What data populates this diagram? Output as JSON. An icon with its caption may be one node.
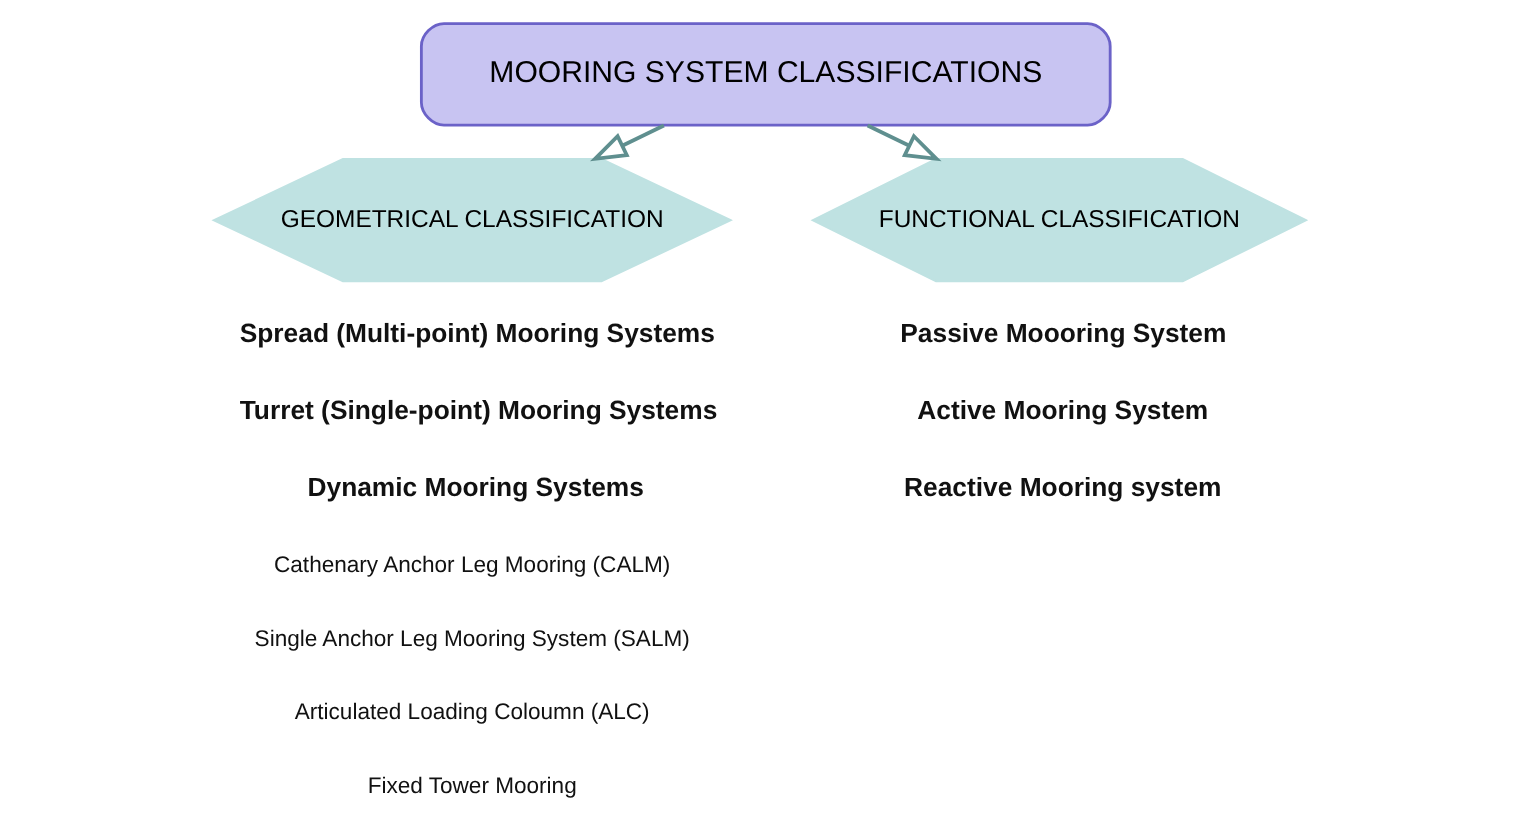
{
  "diagram": {
    "nodes": [
      {
        "text": [
          "MOORING SYSTEM CLASSIFICATIONS"
        ]
      },
      {
        "text": [
          "GEOMETRICAL CLASSIFICATION"
        ]
      },
      {
        "text": [
          "FUNCTIONAL CLASSIFICATION"
        ]
      }
    ],
    "edges": [
      {
        "from": 0,
        "to": 1,
        "arrow": "to"
      },
      {
        "from": 0,
        "to": 2,
        "arrow": "to"
      }
    ],
    "labels": [
      "Spread (Multi-point) Mooring Systems",
      "Turret (Single-point) Mooring Systems",
      "Dynamic Mooring Systems",
      "Cathenary Anchor Leg Mooring (CALM)",
      "Single Anchor Leg Mooring System (SALM)",
      "Articulated Loading Coloumn (ALC)",
      "Fixed Tower Mooring",
      "Passive Moooring System",
      "Active Mooring System",
      "Reactive Mooring system"
    ]
  }
}
